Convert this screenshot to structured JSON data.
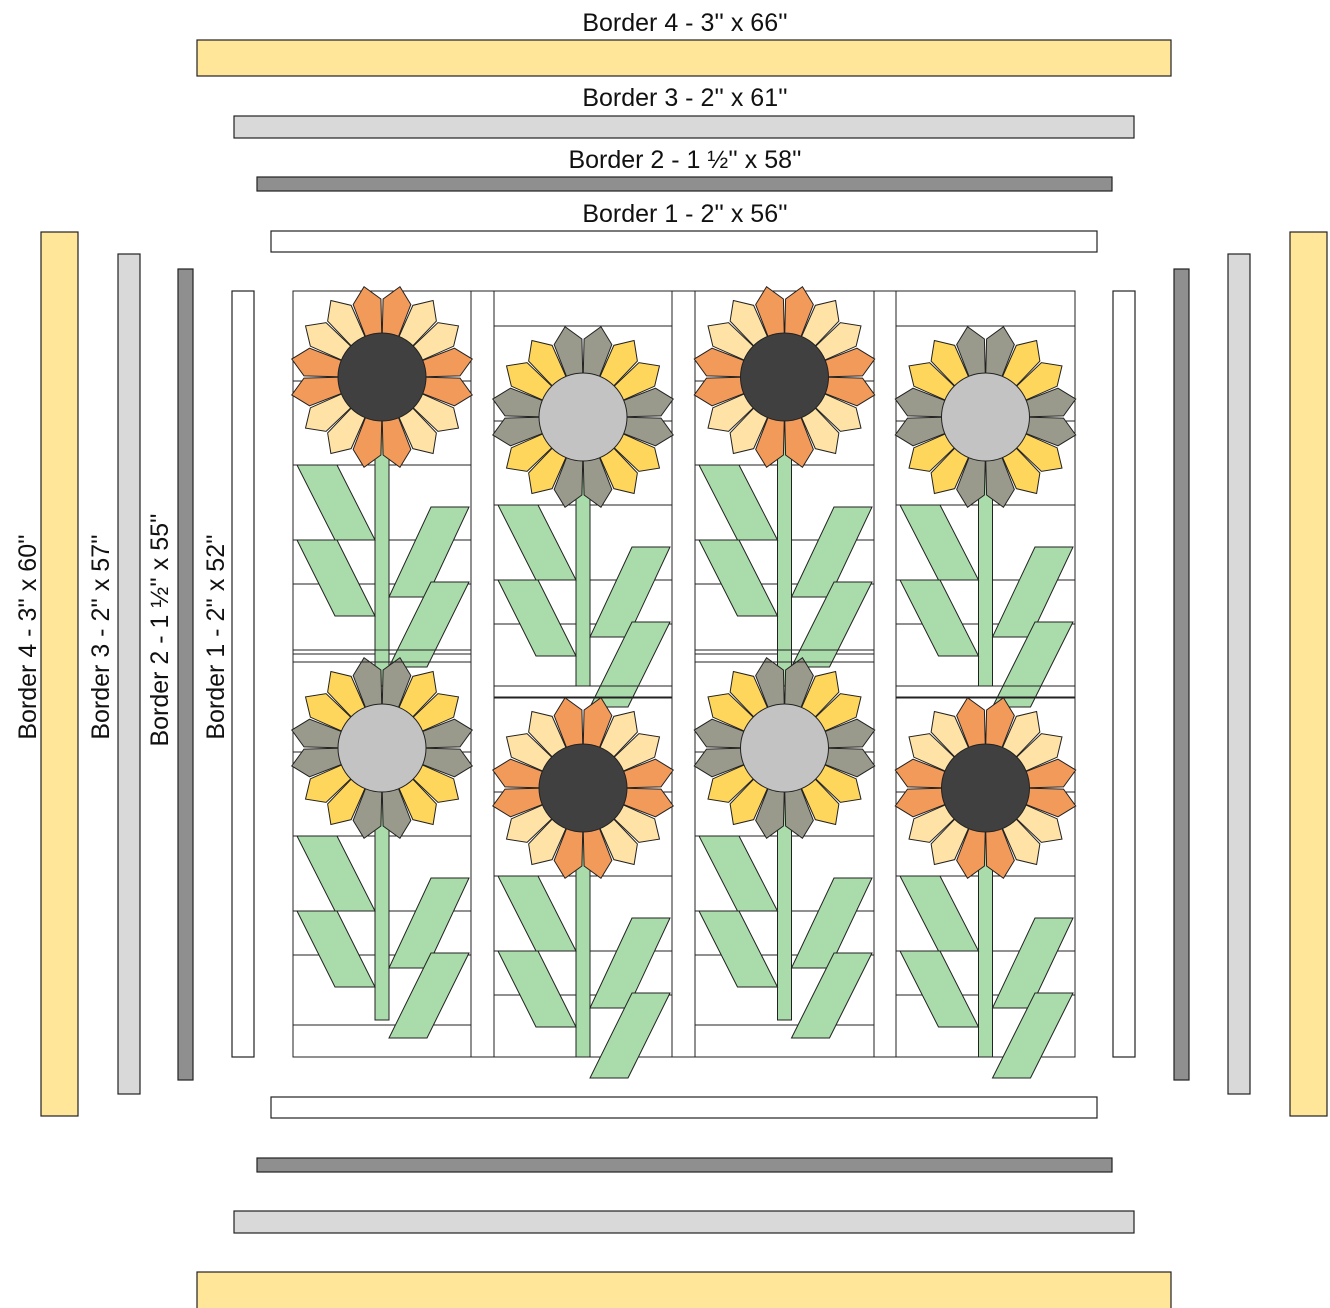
{
  "colors": {
    "border_4": "#FFE699",
    "border_3": "#D9D9D9",
    "border_2": "#8F8F8F",
    "border_1": "#FFFFFF",
    "outline": "#222222",
    "leaf": "#A9DCAA",
    "orange": "#F29A5A",
    "cream": "#FFE3A6",
    "yellow": "#FFD65C",
    "gray_petal": "#9A9A8C",
    "dark_center": "#404040",
    "light_center": "#C3C3C3"
  },
  "labels": {
    "top_border_4": "Border 4 - 3'' x 66''",
    "top_border_3": "Border 3 - 2'' x 61''",
    "top_border_2": "Border 2 - 1 ½'' x 58''",
    "top_border_1": "Border 1 - 2'' x 56''",
    "side_border_4": "Border 4 - 3'' x 60''",
    "side_border_3": "Border 3 - 2'' x 57''",
    "side_border_2": "Border 2 - 1 ½'' x 55''",
    "side_border_1": "Border 1 - 2'' x 52''"
  },
  "blocks": [
    {
      "row": 0,
      "col": 0,
      "style": "orange",
      "center": "dark"
    },
    {
      "row": 0,
      "col": 1,
      "style": "gray",
      "center": "light"
    },
    {
      "row": 0,
      "col": 2,
      "style": "orange",
      "center": "dark"
    },
    {
      "row": 0,
      "col": 3,
      "style": "gray",
      "center": "light"
    },
    {
      "row": 1,
      "col": 0,
      "style": "gray",
      "center": "light"
    },
    {
      "row": 1,
      "col": 1,
      "style": "orange",
      "center": "dark"
    },
    {
      "row": 1,
      "col": 2,
      "style": "gray",
      "center": "light"
    },
    {
      "row": 1,
      "col": 3,
      "style": "orange",
      "center": "dark"
    }
  ]
}
